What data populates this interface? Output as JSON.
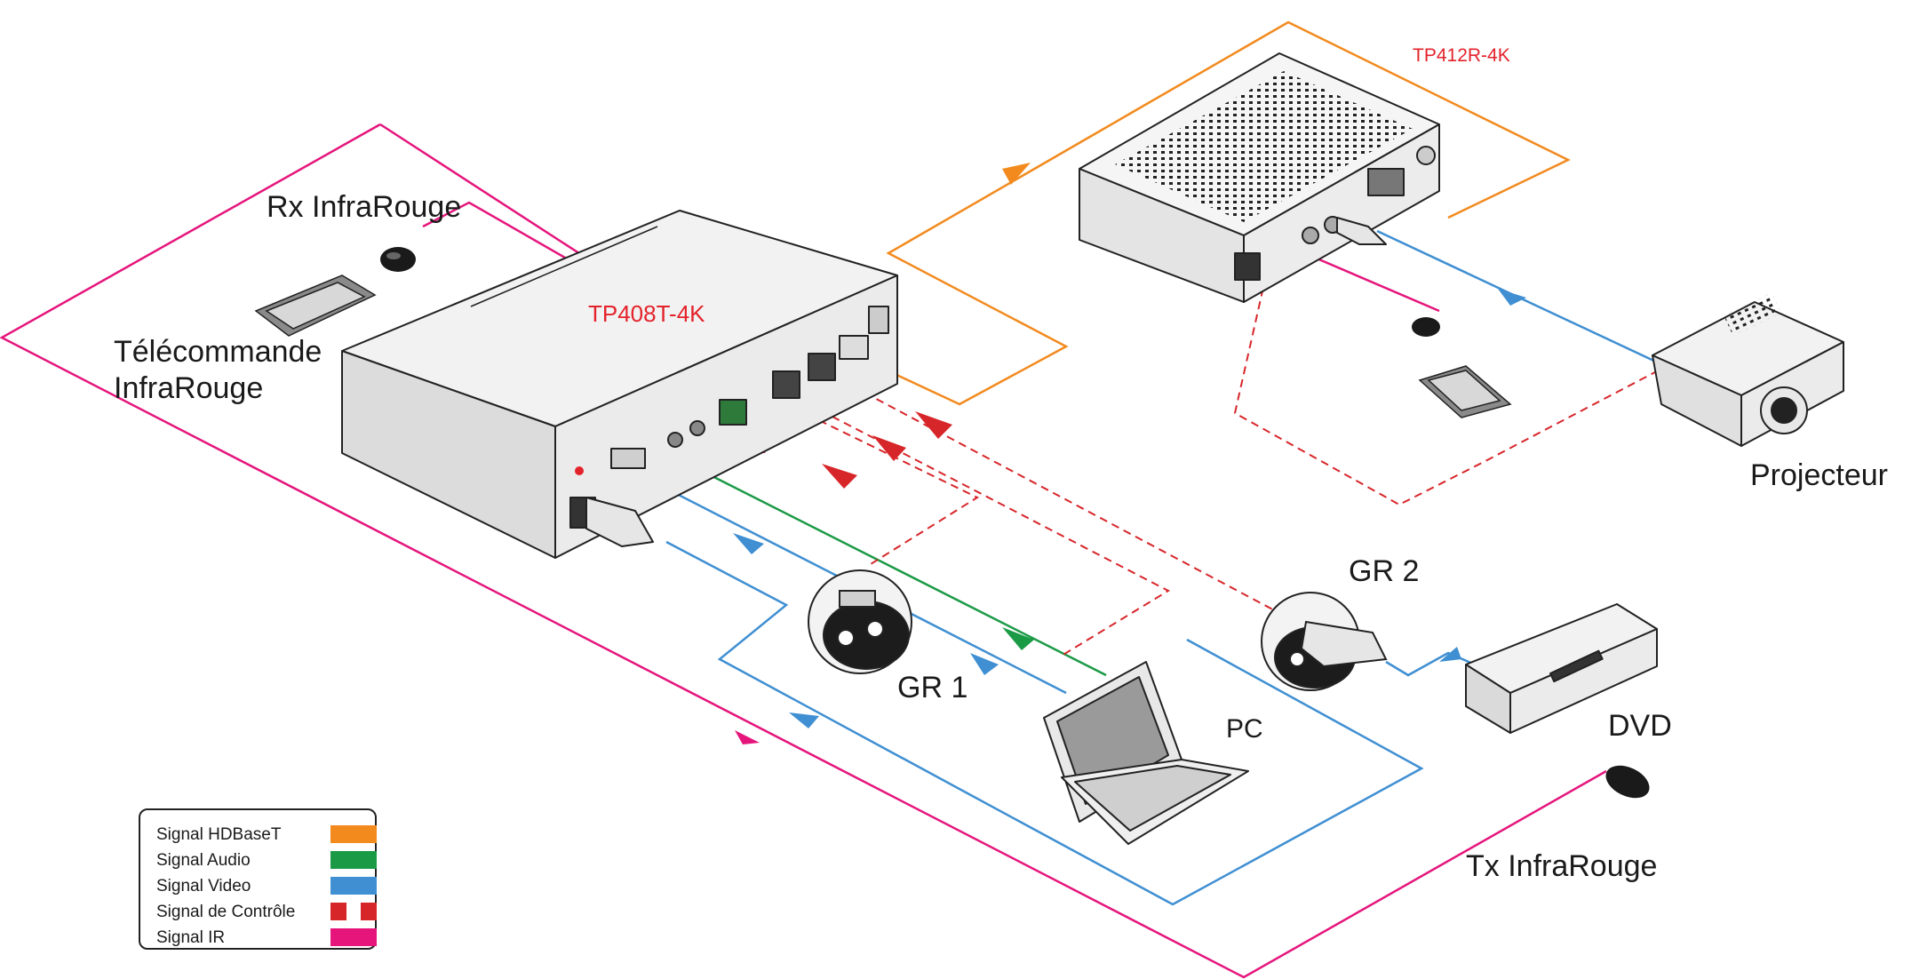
{
  "colors": {
    "hdbaset": "#f28a1e",
    "audio": "#1b9a46",
    "video": "#3f8fd2",
    "control": "#d7262a",
    "ir": "#e5157c",
    "device_label": "#e3232b"
  },
  "labels": {
    "transmitter": "TP408T-4K",
    "receiver": "TP412R-4K",
    "ir_receiver": "Rx InfraRouge",
    "ir_remote": "Télécommande\nInfraRouge",
    "projector": "Projecteur",
    "gr1": "GR 1",
    "gr2": "GR 2",
    "pc": "PC",
    "dvd": "DVD",
    "ir_emitter": "Tx InfraRouge"
  },
  "legend": {
    "items": [
      {
        "label": "Signal HDBaseT",
        "color": "#f28a1e",
        "style": "solid"
      },
      {
        "label": "Signal Audio",
        "color": "#1b9a46",
        "style": "solid"
      },
      {
        "label": "Signal Video",
        "color": "#3f8fd2",
        "style": "solid"
      },
      {
        "label": "Signal de Contrôle",
        "color": "#d7262a",
        "style": "dashed"
      },
      {
        "label": "Signal IR",
        "color": "#e5157c",
        "style": "solid"
      }
    ]
  }
}
